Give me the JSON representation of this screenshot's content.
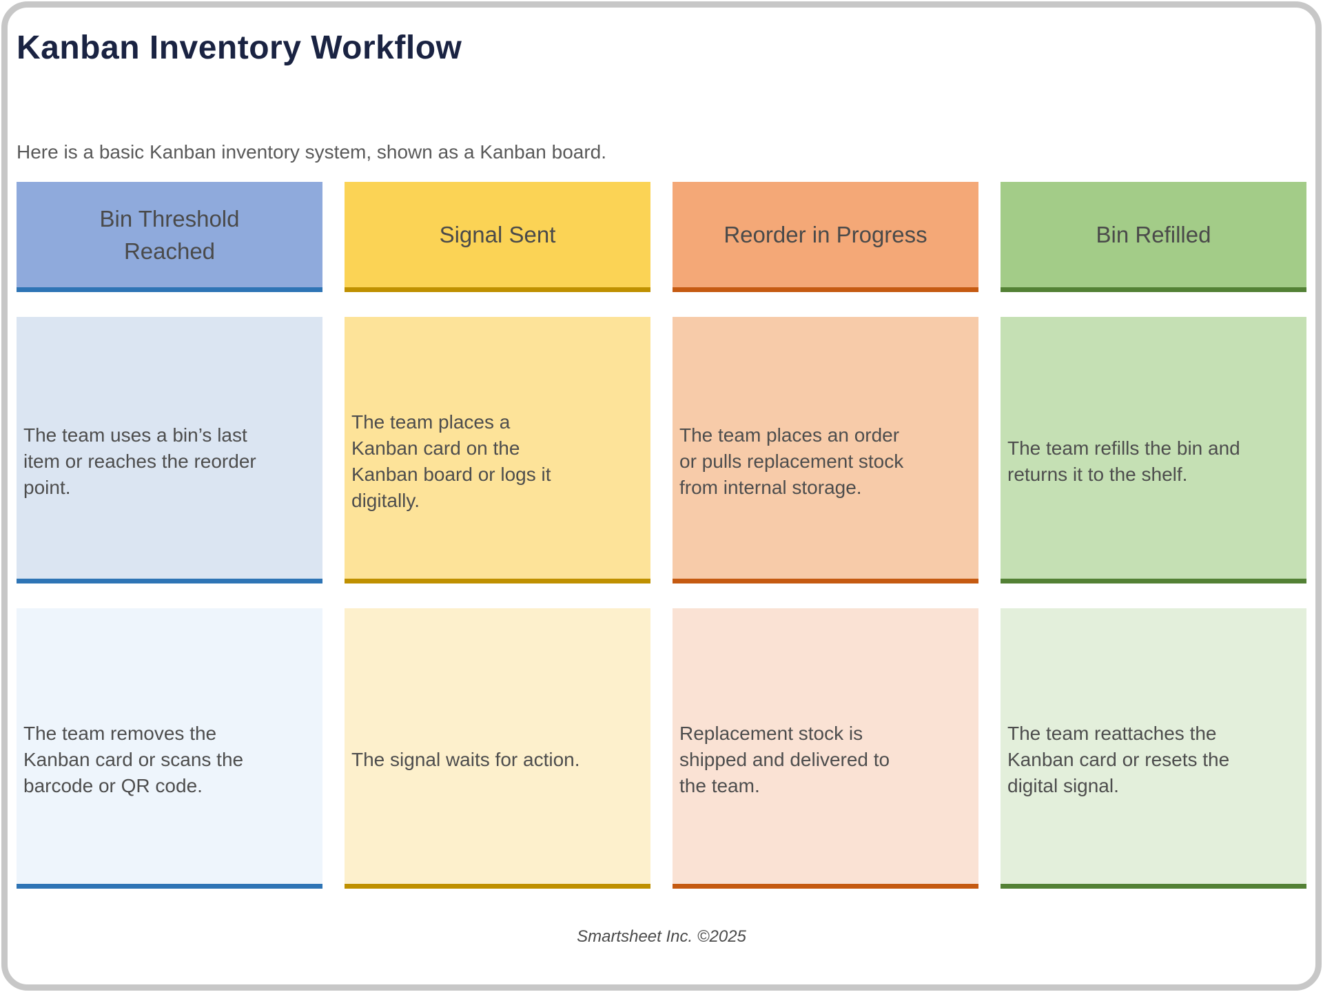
{
  "page": {
    "title": "Kanban Inventory Workflow",
    "subtitle": "Here is a basic Kanban inventory system, shown as a Kanban board.",
    "footer": "Smartsheet Inc. ©2025"
  },
  "board": {
    "columns": [
      {
        "id": "bin-threshold-reached",
        "header": "Bin Threshold\nReached",
        "colors": {
          "header_bg": "#8FAADC",
          "accent": "#2E74B5",
          "card1_bg": "#DBE5F2",
          "card2_bg": "#EEF5FC"
        },
        "cards": [
          "The team uses a bin’s last\nitem or reaches the reorder\npoint.",
          "The team removes the\nKanban card or scans the\nbarcode or QR code."
        ]
      },
      {
        "id": "signal-sent",
        "header": "Signal Sent",
        "colors": {
          "header_bg": "#FBD355",
          "accent": "#BF9000",
          "card1_bg": "#FDE399",
          "card2_bg": "#FDF0CC"
        },
        "cards": [
          "The team places a\nKanban card on the\nKanban board or logs it\ndigitally.",
          "The signal waits for action."
        ]
      },
      {
        "id": "reorder-in-progress",
        "header": "Reorder in Progress",
        "colors": {
          "header_bg": "#F4A877",
          "accent": "#C55A11",
          "card1_bg": "#F7CBA9",
          "card2_bg": "#FAE2D4"
        },
        "cards": [
          "The team places an order\nor pulls replacement stock\nfrom internal storage.",
          "Replacement stock is\nshipped and delivered to\nthe team."
        ]
      },
      {
        "id": "bin-refilled",
        "header": "Bin Refilled",
        "colors": {
          "header_bg": "#A3CC88",
          "accent": "#538135",
          "card1_bg": "#C5E0B4",
          "card2_bg": "#E3EFDB"
        },
        "cards": [
          "The team refills the bin and\nreturns it to the shelf.",
          "The team reattaches the\nKanban card or resets the\ndigital signal."
        ]
      }
    ]
  }
}
